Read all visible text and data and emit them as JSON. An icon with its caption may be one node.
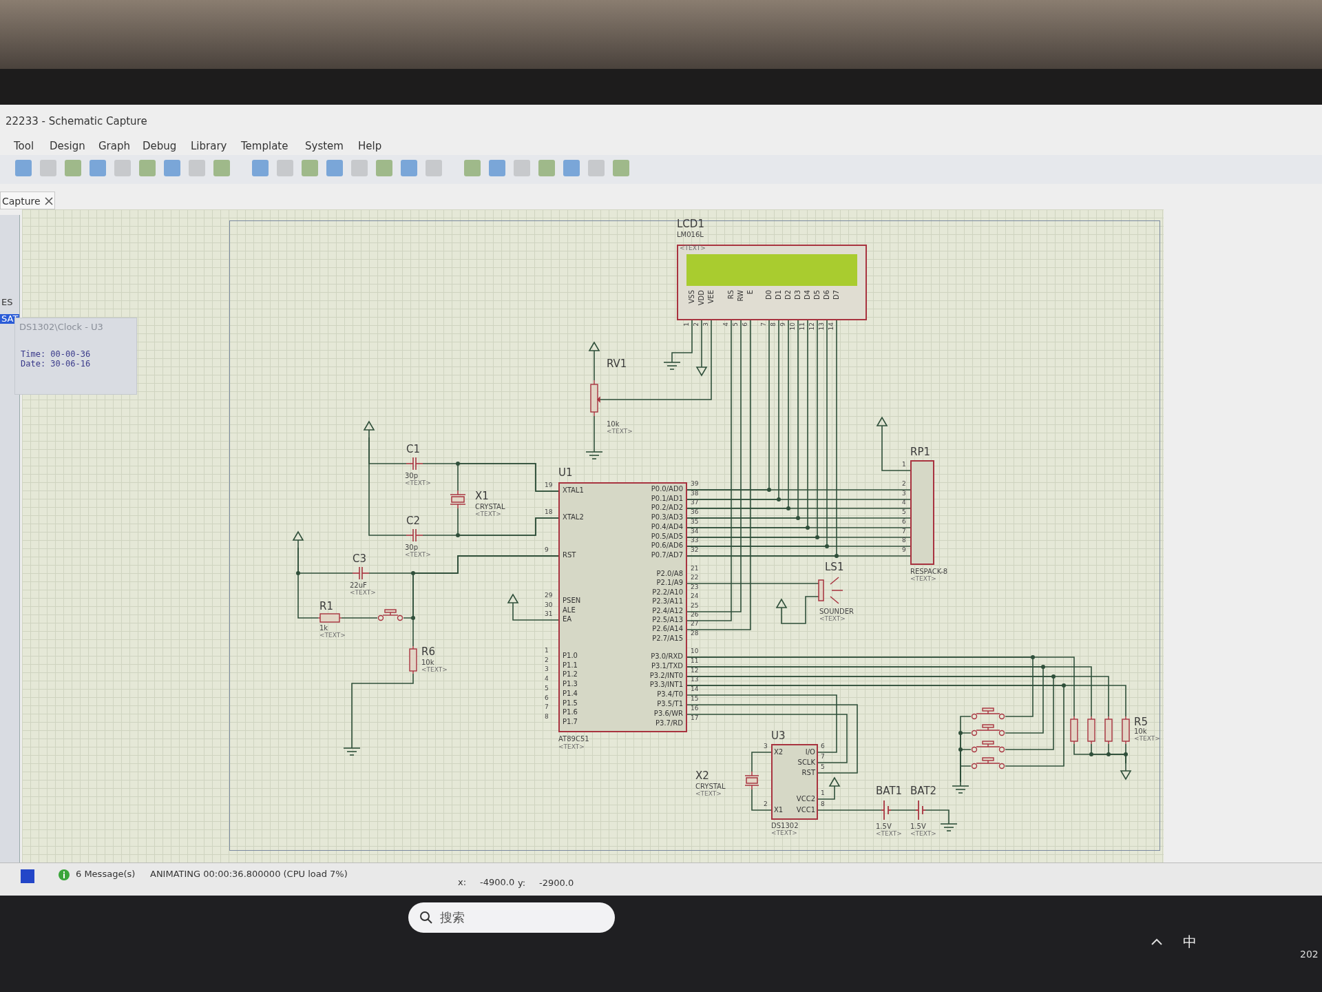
{
  "diagram": {
    "nodes": [
      {
        "text": [
          "LCD1",
          "LM016L",
          "<TEXT>",
          "VSS",
          "VDD",
          "VEE",
          "RS",
          "RW",
          "E",
          "D0",
          "D1",
          "D2",
          "D3",
          "D4",
          "D5",
          "D6",
          "D7"
        ],
        "beside": [
          "1",
          "2",
          "3",
          "4",
          "5",
          "6",
          "7",
          "8",
          "9",
          "10",
          "11",
          "12",
          "13",
          "14"
        ]
      },
      {
        "text": [],
        "shape": "ground"
      },
      {
        "text": [],
        "shape": "terminal"
      },
      {
        "text": [],
        "shape": "terminal"
      },
      {
        "text": [
          "RV1",
          "10k",
          "<TEXT>"
        ]
      },
      {
        "text": [],
        "shape": "ground"
      },
      {
        "text": [],
        "shape": "terminal"
      },
      {
        "text": [
          "C1",
          "30p",
          "<TEXT>"
        ]
      },
      {
        "text": [],
        "shape": "terminal"
      },
      {
        "text": [
          "RP1",
          "RESPACK-8",
          "<TEXT>"
        ],
        "beside": [
          "1",
          "2",
          "3",
          "4",
          "5",
          "6",
          "7",
          "8",
          "9"
        ]
      },
      {
        "text": [
          "X1",
          "CRYSTAL",
          "<TEXT>"
        ]
      },
      {
        "text": [
          "U1",
          "XTAL1",
          "XTAL2",
          "RST",
          "PSEN",
          "ALE",
          "EA",
          "P1.0",
          "P1.1",
          "P1.2",
          "P1.3",
          "P1.4",
          "P1.5",
          "P1.6",
          "P1.7",
          "P0.0/AD0",
          "P0.1/AD1",
          "P0.2/AD2",
          "P0.3/AD3",
          "P0.4/AD4",
          "P0.5/AD5",
          "P0.6/AD6",
          "P0.7/AD7",
          "P2.0/A8",
          "P2.1/A9",
          "P2.2/A10",
          "P2.3/A11",
          "P2.4/A12",
          "P2.5/A13",
          "P2.6/A14",
          "P2.7/A15",
          "P3.0/RXD",
          "P3.1/TXD",
          "P3.2/INT0",
          "P3.3/INT1",
          "P3.4/T0",
          "P3.5/T1",
          "P3.6/WR",
          "P3.7/RD",
          "AT89C51",
          "<TEXT>"
        ],
        "beside": [
          "19",
          "18",
          "9",
          "29",
          "30",
          "31",
          "1",
          "2",
          "3",
          "4",
          "5",
          "6",
          "7",
          "8",
          "39",
          "38",
          "37",
          "36",
          "35",
          "34",
          "33",
          "32",
          "21",
          "22",
          "23",
          "24",
          "25",
          "26",
          "27",
          "28",
          "10",
          "11",
          "12",
          "13",
          "14",
          "15",
          "16",
          "17"
        ]
      },
      {
        "text": [
          "C2",
          "30p",
          "<TEXT>"
        ]
      },
      {
        "text": [],
        "shape": "terminal"
      },
      {
        "text": [
          "C3",
          "22uF",
          "<TEXT>"
        ]
      },
      {
        "text": [
          "LS1",
          "SOUNDER",
          "<TEXT>"
        ]
      },
      {
        "text": [],
        "shape": "terminal"
      },
      {
        "text": [],
        "shape": "terminal"
      },
      {
        "text": [
          "R1",
          "1k",
          "<TEXT>"
        ]
      },
      {
        "text": [],
        "shape": "button"
      },
      {
        "text": [
          "R6",
          "10k",
          "<TEXT>"
        ]
      },
      {
        "text": [],
        "shape": "ground"
      },
      {
        "text": [
          "U3",
          "X2",
          "I/O",
          "SCLK",
          "RST",
          "VCC2",
          "X1",
          "VCC1",
          "DS1302",
          "<TEXT>"
        ],
        "beside": [
          "3",
          "2",
          "6",
          "7",
          "5",
          "1",
          "8"
        ]
      },
      {
        "text": [
          "X2",
          "CRYSTAL",
          "<TEXT>"
        ]
      },
      {
        "text": [],
        "shape": "terminal"
      },
      {
        "text": [
          "BAT1",
          "1.5V",
          "<TEXT>"
        ]
      },
      {
        "text": [
          "BAT2",
          "1.5V",
          "<TEXT>"
        ]
      },
      {
        "text": [],
        "shape": "ground"
      },
      {
        "text": [],
        "shape": "button"
      },
      {
        "text": [],
        "shape": "button"
      },
      {
        "text": [],
        "shape": "button"
      },
      {
        "text": [],
        "shape": "button"
      },
      {
        "text": [],
        "shape": "ground"
      },
      {
        "text": [],
        "shape": "box"
      },
      {
        "text": [],
        "shape": "box"
      },
      {
        "text": [],
        "shape": "box"
      },
      {
        "text": [
          "R5",
          "10k",
          "<TEXT>"
        ]
      },
      {
        "text": [],
        "shape": "terminal"
      },
      {
        "text": [
          "DS1302\\Clock - U3",
          "Time: 00-00-36",
          "Date: 30-06-16"
        ]
      }
    ],
    "edges": [
      {
        "from": 0,
        "to": 1,
        "arrow": "none"
      },
      {
        "from": 0,
        "to": 2,
        "arrow": "none"
      },
      {
        "from": 0,
        "to": 4,
        "arrow": "none"
      },
      {
        "from": 4,
        "to": 3,
        "arrow": "none"
      },
      {
        "from": 4,
        "to": 5,
        "arrow": "none"
      },
      {
        "from": 0,
        "to": 11,
        "arrow": "none"
      },
      {
        "from": 0,
        "to": 11,
        "arrow": "none"
      },
      {
        "from": 0,
        "to": 11,
        "arrow": "none"
      },
      {
        "from": 0,
        "to": 11,
        "arrow": "none"
      },
      {
        "from": 0,
        "to": 11,
        "arrow": "none"
      },
      {
        "from": 0,
        "to": 11,
        "arrow": "none"
      },
      {
        "from": 0,
        "to": 11,
        "arrow": "none"
      },
      {
        "from": 0,
        "to": 11,
        "arrow": "none"
      },
      {
        "from": 0,
        "to": 11,
        "arrow": "none"
      },
      {
        "from": 0,
        "to": 11,
        "arrow": "none"
      },
      {
        "from": 0,
        "to": 11,
        "arrow": "none"
      },
      {
        "from": 11,
        "to": 9,
        "arrow": "none"
      },
      {
        "from": 11,
        "to": 9,
        "arrow": "none"
      },
      {
        "from": 11,
        "to": 9,
        "arrow": "none"
      },
      {
        "from": 11,
        "to": 9,
        "arrow": "none"
      },
      {
        "from": 11,
        "to": 9,
        "arrow": "none"
      },
      {
        "from": 11,
        "to": 9,
        "arrow": "none"
      },
      {
        "from": 11,
        "to": 9,
        "arrow": "none"
      },
      {
        "from": 11,
        "to": 9,
        "arrow": "none"
      },
      {
        "from": 9,
        "to": 8,
        "arrow": "none"
      },
      {
        "from": 7,
        "to": 11,
        "arrow": "none"
      },
      {
        "from": 10,
        "to": 11,
        "arrow": "none"
      },
      {
        "from": 12,
        "to": 11,
        "arrow": "none"
      },
      {
        "from": 10,
        "to": 11,
        "arrow": "none"
      },
      {
        "from": 7,
        "to": 6,
        "arrow": "none"
      },
      {
        "from": 12,
        "to": 6,
        "arrow": "none"
      },
      {
        "from": 14,
        "to": 11,
        "arrow": "none"
      },
      {
        "from": 14,
        "to": 13,
        "arrow": "none"
      },
      {
        "from": 18,
        "to": 13,
        "arrow": "none"
      },
      {
        "from": 18,
        "to": 19,
        "arrow": "none"
      },
      {
        "from": 19,
        "to": 11,
        "arrow": "none"
      },
      {
        "from": 20,
        "to": 11,
        "arrow": "none"
      },
      {
        "from": 20,
        "to": 21,
        "arrow": "none"
      },
      {
        "from": 11,
        "to": 17,
        "arrow": "none"
      },
      {
        "from": 11,
        "to": 15,
        "arrow": "none"
      },
      {
        "from": 15,
        "to": 16,
        "arrow": "none"
      },
      {
        "from": 11,
        "to": 33,
        "arrow": "none"
      },
      {
        "from": 11,
        "to": 34,
        "arrow": "none"
      },
      {
        "from": 11,
        "to": 35,
        "arrow": "none"
      },
      {
        "from": 11,
        "to": 36,
        "arrow": "none"
      },
      {
        "from": 28,
        "to": 11,
        "arrow": "none"
      },
      {
        "from": 29,
        "to": 11,
        "arrow": "none"
      },
      {
        "from": 30,
        "to": 11,
        "arrow": "none"
      },
      {
        "from": 31,
        "to": 11,
        "arrow": "none"
      },
      {
        "from": 28,
        "to": 32,
        "arrow": "none"
      },
      {
        "from": 29,
        "to": 32,
        "arrow": "none"
      },
      {
        "from": 30,
        "to": 32,
        "arrow": "none"
      },
      {
        "from": 31,
        "to": 32,
        "arrow": "none"
      },
      {
        "from": 33,
        "to": 37,
        "arrow": "none"
      },
      {
        "from": 34,
        "to": 37,
        "arrow": "none"
      },
      {
        "from": 35,
        "to": 37,
        "arrow": "none"
      },
      {
        "from": 36,
        "to": 37,
        "arrow": "none"
      },
      {
        "from": 11,
        "to": 22,
        "arrow": "none"
      },
      {
        "from": 11,
        "to": 22,
        "arrow": "none"
      },
      {
        "from": 11,
        "to": 22,
        "arrow": "none"
      },
      {
        "from": 23,
        "to": 22,
        "arrow": "none"
      },
      {
        "from": 23,
        "to": 22,
        "arrow": "none"
      },
      {
        "from": 22,
        "to": 24,
        "arrow": "none"
      },
      {
        "from": 22,
        "to": 25,
        "arrow": "none"
      },
      {
        "from": 25,
        "to": 26,
        "arrow": "none"
      },
      {
        "from": 26,
        "to": 27,
        "arrow": "none"
      }
    ],
    "labels": [
      "22233 - Schematic Capture",
      "Tool",
      "Design",
      "Graph",
      "Debug",
      "Library",
      "Template",
      "System",
      "Help",
      "Capture",
      "ES",
      "SAT",
      "6 Message(s)",
      "ANIMATING 00:00:36.800000 (CPU load 7%)",
      "x:",
      "-4900.0",
      "y:",
      "-2900.0",
      "搜索",
      "中",
      "202"
    ]
  }
}
